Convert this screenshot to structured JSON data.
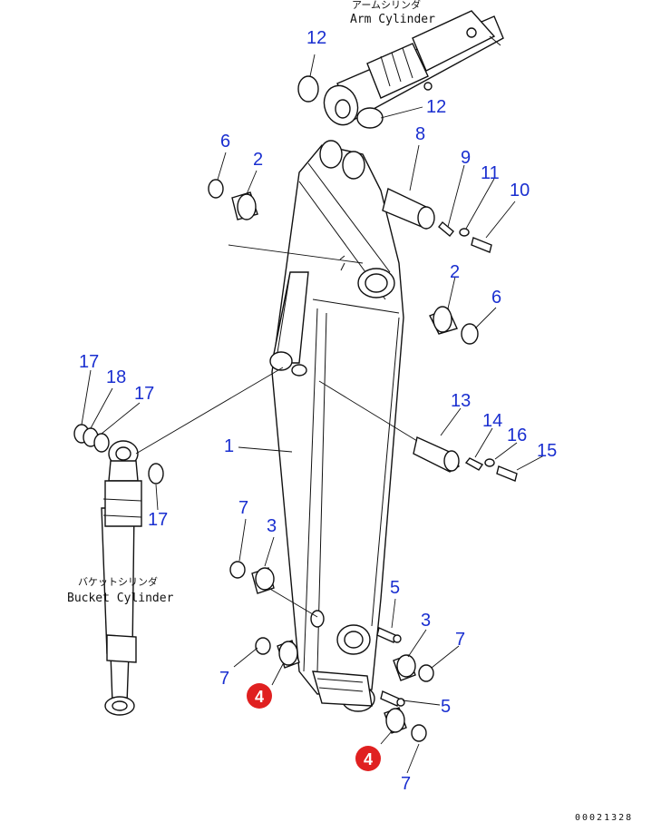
{
  "captions": {
    "arm_cylinder_jp": "アームシリンダ",
    "arm_cylinder_en": "Arm Cylinder",
    "bucket_cylinder_jp": "バケットシリンダ",
    "bucket_cylinder_en": "Bucket Cylinder"
  },
  "callouts": {
    "c1": "1",
    "c2a": "2",
    "c2b": "2",
    "c3a": "3",
    "c3b": "3",
    "c5a": "5",
    "c5b": "5",
    "c6a": "6",
    "c6b": "6",
    "c7a": "7",
    "c7b": "7",
    "c7c": "7",
    "c8": "8",
    "c9": "9",
    "c10": "10",
    "c11": "11",
    "c12a": "12",
    "c12b": "12",
    "c13": "13",
    "c14": "14",
    "c15": "15",
    "c16": "16",
    "c17a": "17",
    "c17b": "17",
    "c17c": "17",
    "c18": "18"
  },
  "badges": {
    "b4a": "4",
    "b4b": "4"
  },
  "badge_color": "#e02020",
  "callout_color": "#1a2fd0",
  "reference_number": "00021328"
}
